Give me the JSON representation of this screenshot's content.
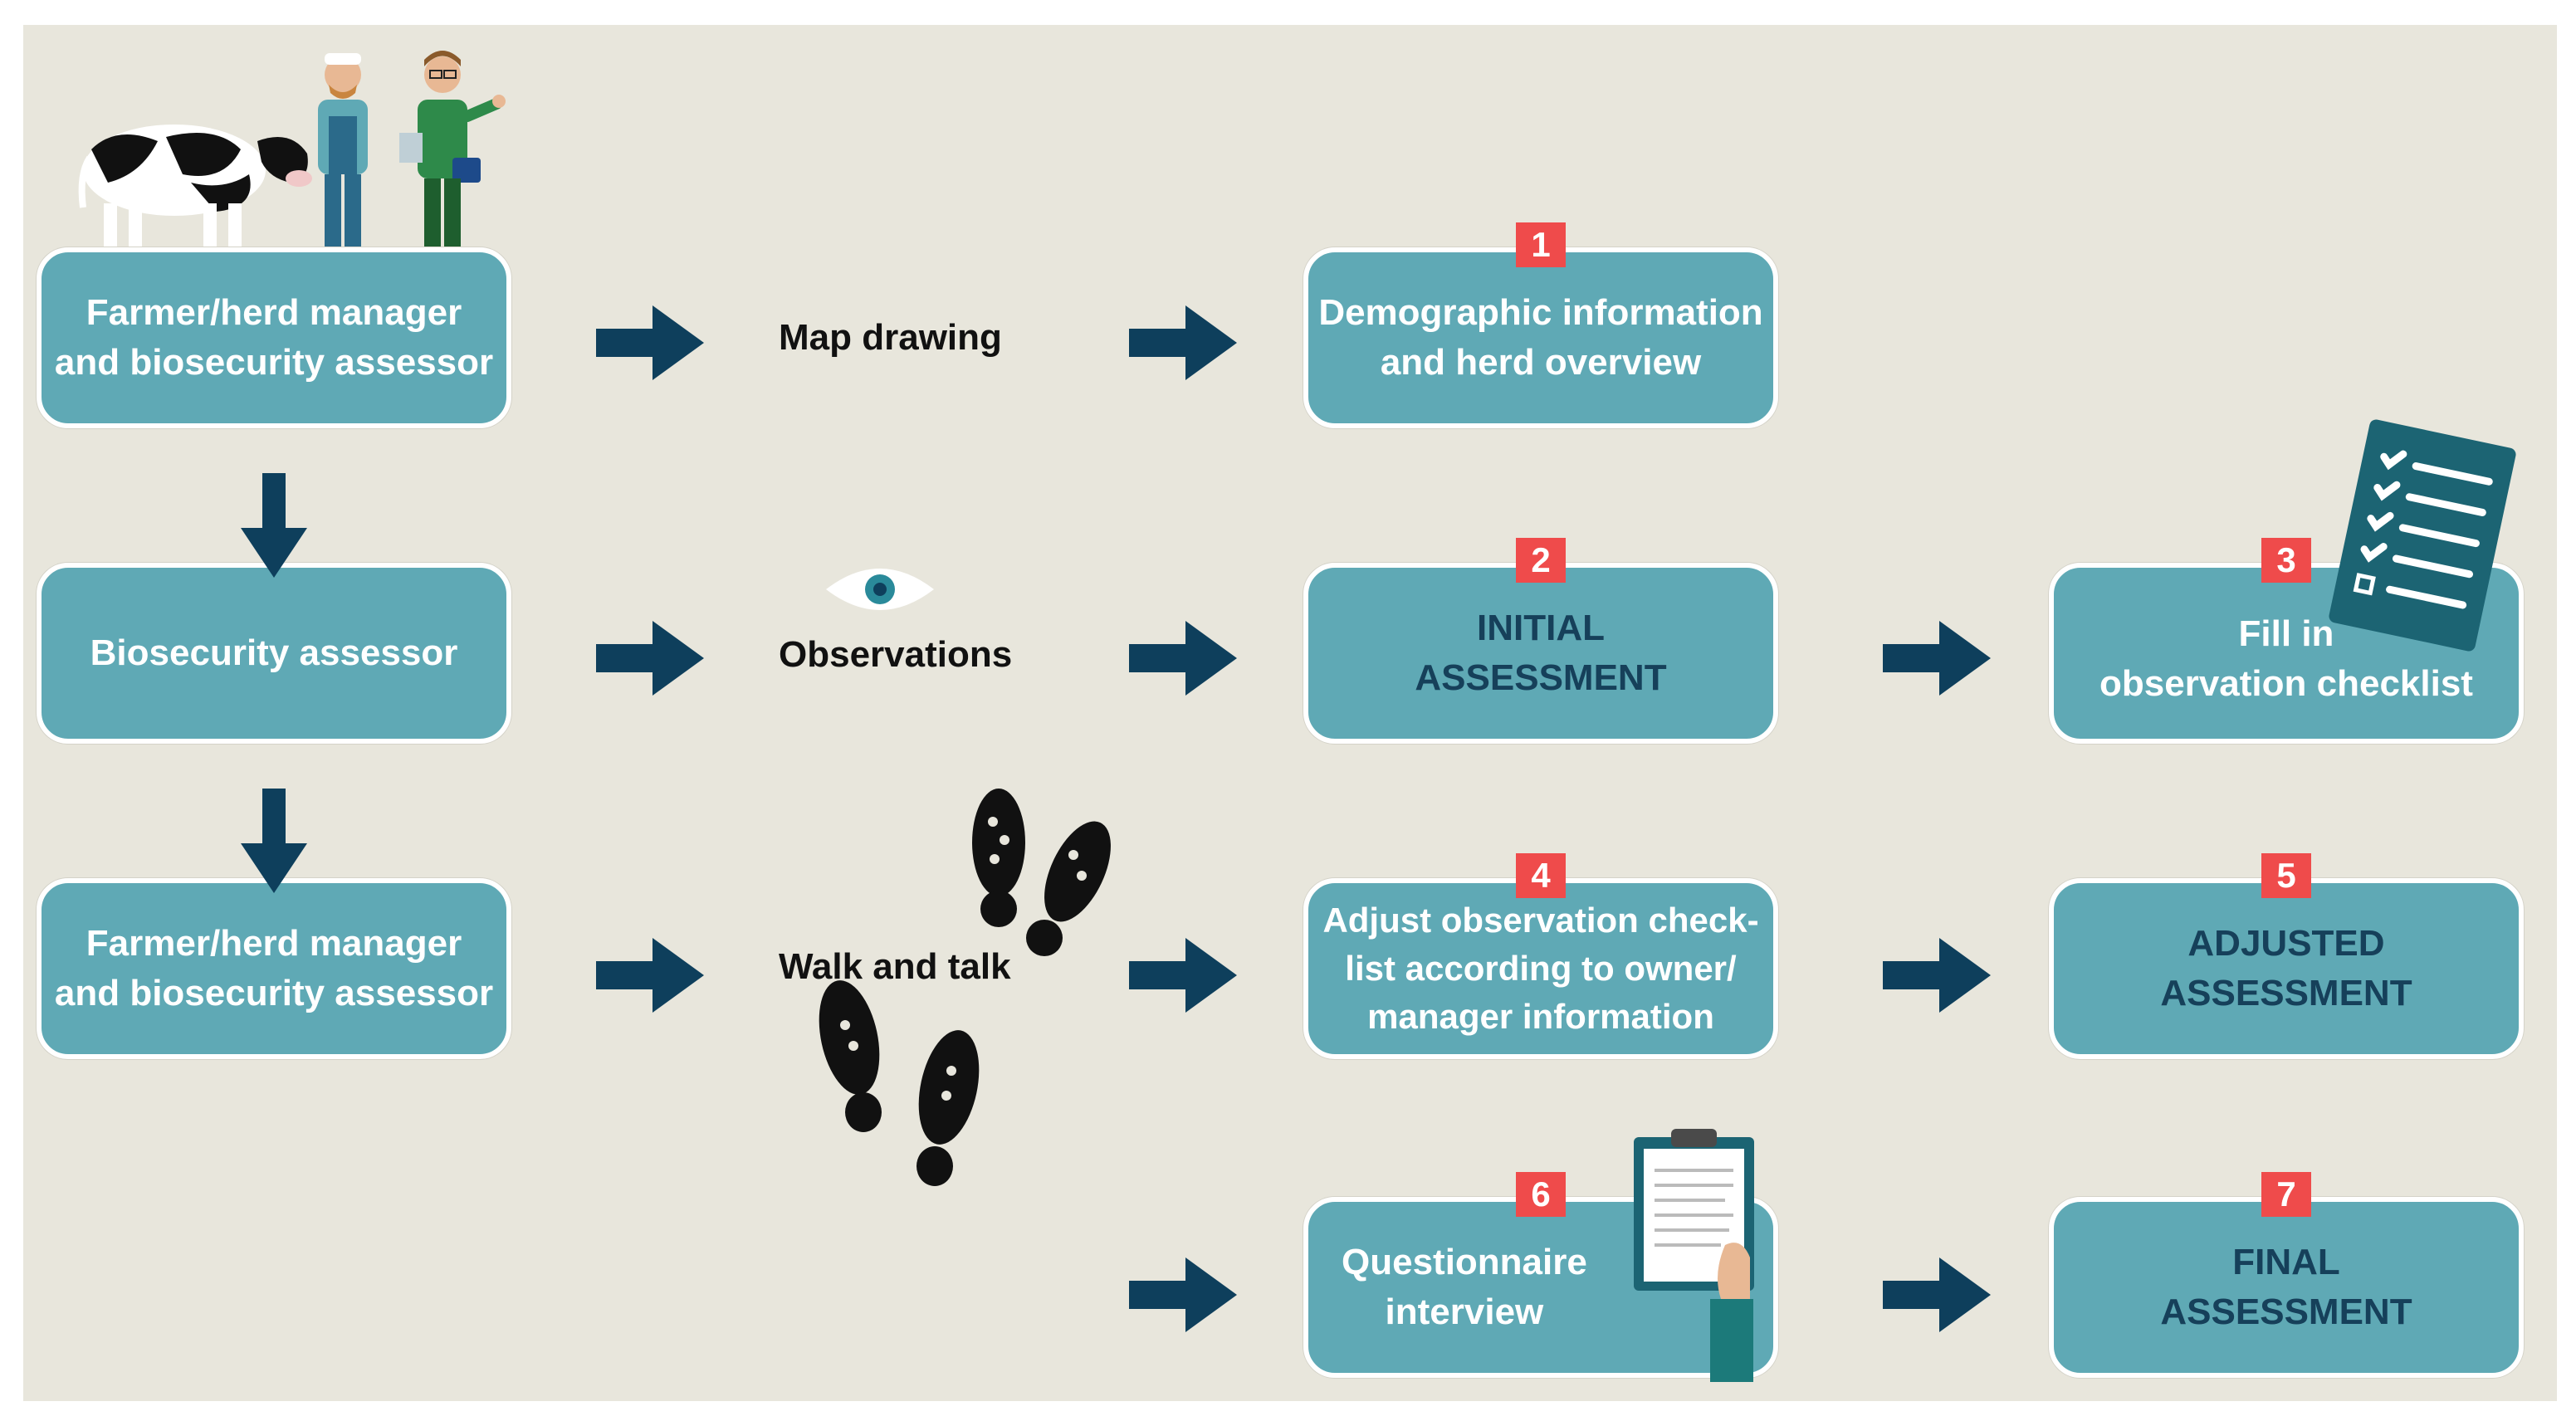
{
  "colors": {
    "background": "#e8e6dc",
    "box_fill": "#5fa9b5",
    "box_border": "#ffffff",
    "arrow": "#0e3f5c",
    "badge": "#ef4b4b",
    "dark_text": "#16405a"
  },
  "left_column": {
    "row1": "Farmer/herd manager\nand biosecurity assessor",
    "row2": "Biosecurity assessor",
    "row3": "Farmer/herd manager\nand biosecurity assessor"
  },
  "middle_labels": {
    "row1": "Map drawing",
    "row2": "Observations",
    "row3": "Walk and talk"
  },
  "steps": [
    {
      "number": "1",
      "text": "Demographic information\nand herd overview"
    },
    {
      "number": "2",
      "text": "INITIAL\nASSESSMENT"
    },
    {
      "number": "3",
      "text": "Fill in\nobservation checklist"
    },
    {
      "number": "4",
      "text": "Adjust observation check-\nlist according to owner/\nmanager information"
    },
    {
      "number": "5",
      "text": "ADJUSTED\nASSESSMENT"
    },
    {
      "number": "6",
      "text": "Questionnaire\ninterview"
    },
    {
      "number": "7",
      "text": "FINAL\nASSESSMENT"
    }
  ],
  "icons": [
    "cow-icon",
    "farmer-icon",
    "assessor-icon",
    "eye-icon",
    "footprints-icon",
    "checklist-icon",
    "clipboard-icon"
  ]
}
